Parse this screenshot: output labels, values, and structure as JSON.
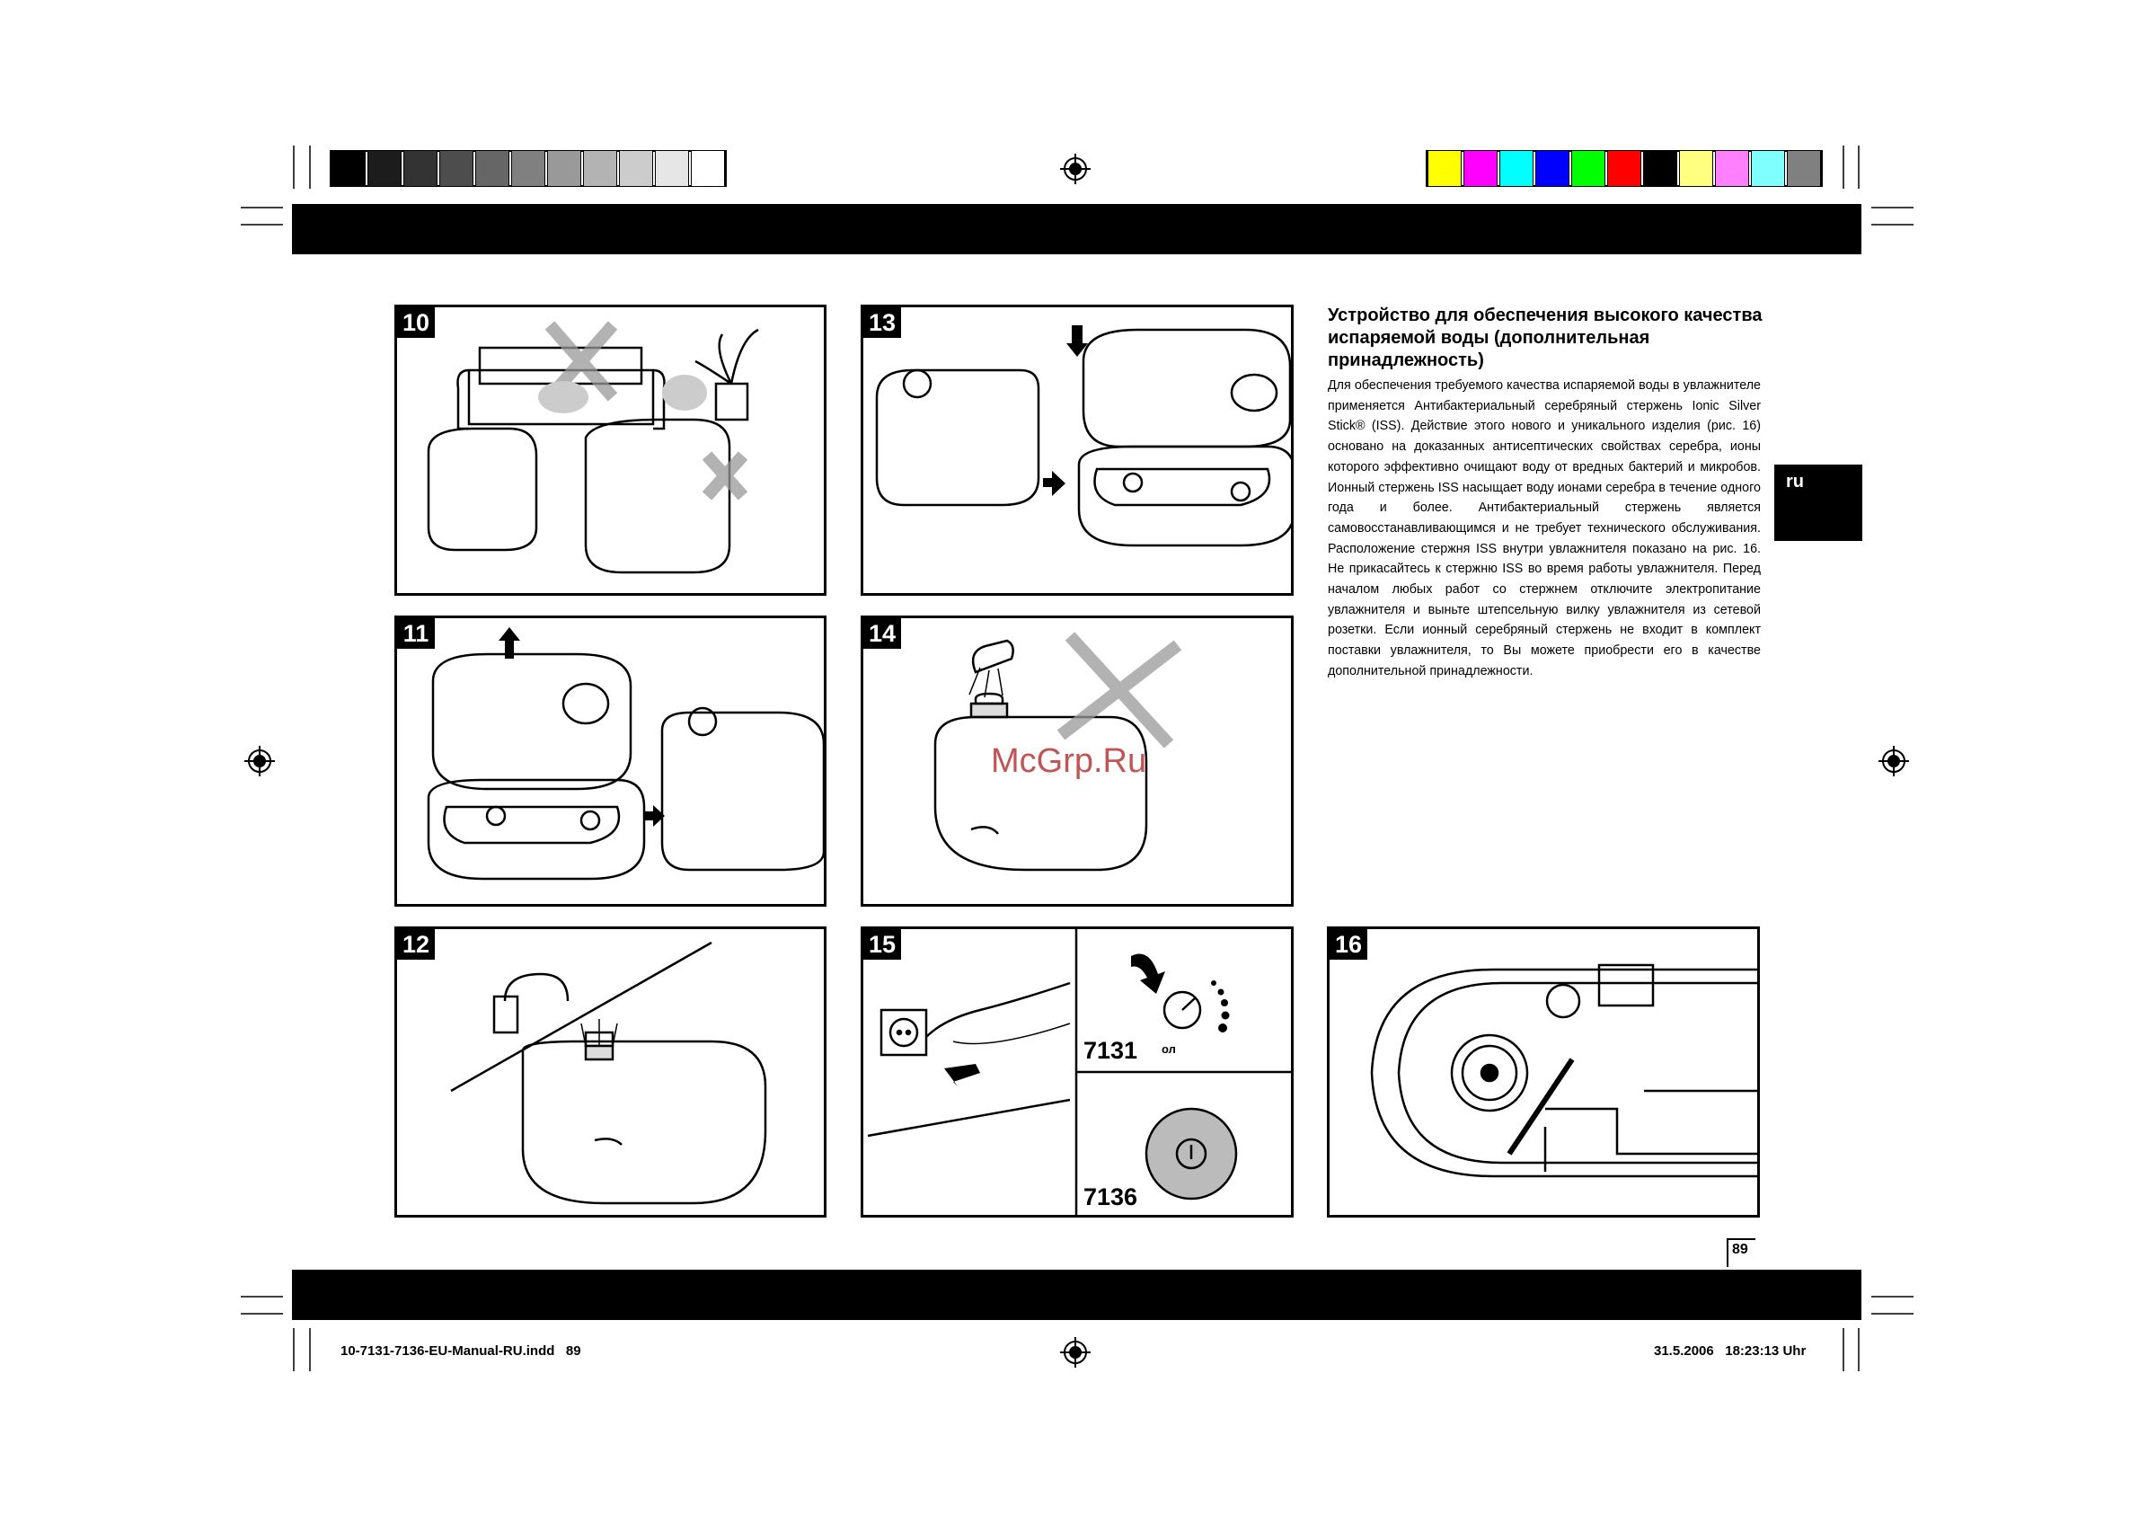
{
  "grayscale_swatches": [
    "#000000",
    "#1c1c1c",
    "#333333",
    "#4d4d4d",
    "#666666",
    "#808080",
    "#999999",
    "#b3b3b3",
    "#cccccc",
    "#e6e6e6",
    "#ffffff"
  ],
  "color_swatches": [
    "#ffff00",
    "#ff00ff",
    "#00ffff",
    "#0000ff",
    "#00ff00",
    "#ff0000",
    "#000000",
    "#ffff80",
    "#ff80ff",
    "#80ffff",
    "#808080"
  ],
  "figures": {
    "f10": "10",
    "f11": "11",
    "f12": "12",
    "f13": "13",
    "f14": "14",
    "f15": "15",
    "f16": "16"
  },
  "models": {
    "a": "7131",
    "b": "7136"
  },
  "dial_label": "ол",
  "section": {
    "title": "Устройство для обеспечения высокого качества испаряемой воды (дополнительная принадлежность)",
    "body": "Для обеспечения требуемого качества испаряемой воды в увлажнителе применяется Антибактериальный серебряный стержень Ionic Silver Stick® (ISS). Действие этого нового и уникального изделия (рис. 16) основано на доказанных антисептических свойствах серебра, ионы которого эффективно очищают воду от вредных бактерий и микробов. Ионный стержень ISS насыщает воду ионами серебра в течение одного года и более. Антибактериальный стержень является самовосстанавливающимся и не требует технического обслуживания. Расположение стержня ISS внутри увлажнителя показано на рис. 16. Не прикасайтесь к стержню ISS во время работы увлажнителя. Перед началом любых работ со стержнем отключите электропитание увлажнителя и выньте штепсельную вилку увлажнителя из сетевой розетки. Если ионный серебряный стержень не входит в комплект поставки увлажнителя, то Вы можете приобрести его в качестве дополнительной принадлежности."
  },
  "language_tab": "ru",
  "watermark": "McGrp.Ru",
  "page_number": "89",
  "footer": {
    "left": "10-7131-7136-EU-Manual-RU.indd   89",
    "right": "31.5.2006   18:23:13 Uhr"
  }
}
